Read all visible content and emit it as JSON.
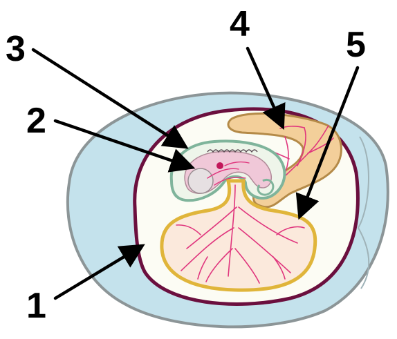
{
  "diagram": {
    "callouts": [
      {
        "number": "1",
        "part": "chorion"
      },
      {
        "number": "2",
        "part": "embryo"
      },
      {
        "number": "3",
        "part": "amnion"
      },
      {
        "number": "4",
        "part": "allantois"
      },
      {
        "number": "5",
        "part": "yolk-sac"
      }
    ],
    "colors": {
      "shell_outline": "#8c9597",
      "albumen": "#c4e2ec",
      "chorion": "#6b0f3e",
      "inner_space": "#fcfcf4",
      "amnion": "#7fb49b",
      "embryo": "#f0c8d8",
      "allantois_fill": "#f3cf9a",
      "allantois_outline": "#b48a48",
      "yolk_fill": "#fbe9dc",
      "yolk_outline": "#e0b53a",
      "blood_vessels": "#e0357d",
      "arrows": "#000000"
    }
  }
}
